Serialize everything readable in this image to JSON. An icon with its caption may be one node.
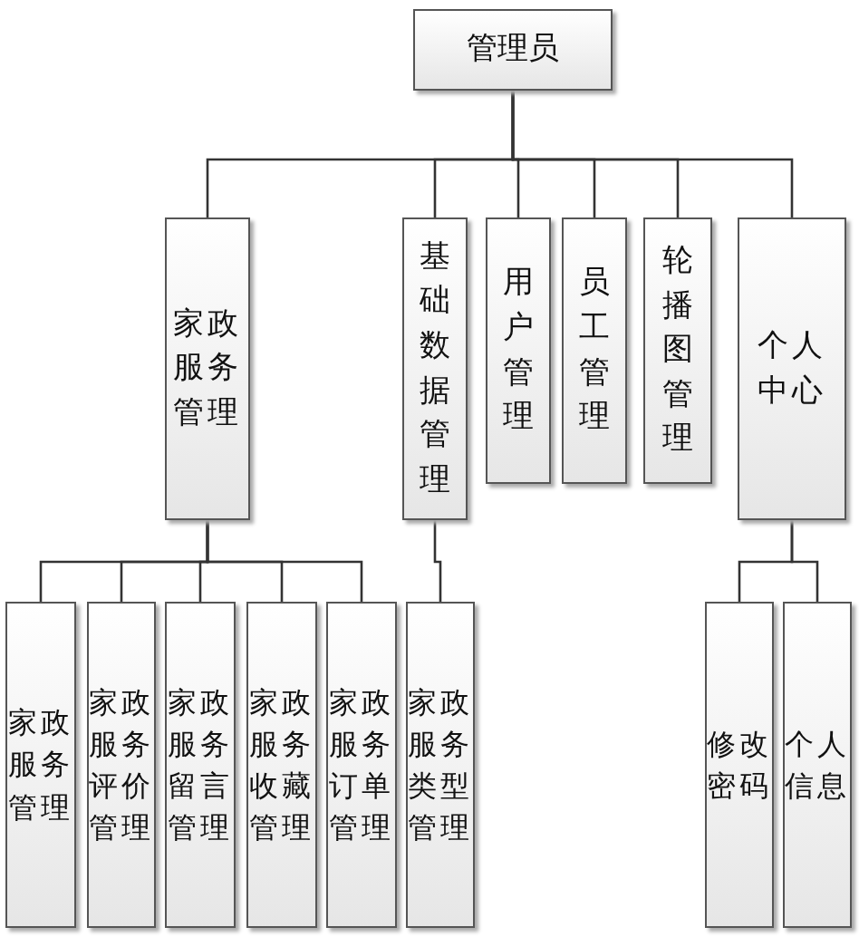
{
  "diagram": {
    "nodes": [
      {
        "text": [
          "管理员"
        ]
      },
      {
        "text": [
          "家政服务管理"
        ]
      },
      {
        "text": [
          "基础数据管理"
        ]
      },
      {
        "text": [
          "用户管理"
        ]
      },
      {
        "text": [
          "员工管理"
        ]
      },
      {
        "text": [
          "轮播图管理"
        ]
      },
      {
        "text": [
          "个人中心"
        ]
      },
      {
        "text": [
          "家政服务管理"
        ]
      },
      {
        "text": [
          "家政服务评价管理"
        ]
      },
      {
        "text": [
          "家政服务留言管理"
        ]
      },
      {
        "text": [
          "家政服务收藏管理"
        ]
      },
      {
        "text": [
          "家政服务订单管理"
        ]
      },
      {
        "text": [
          "家政服务类型管理"
        ]
      },
      {
        "text": [
          "修改密码"
        ]
      },
      {
        "text": [
          "个人信息"
        ]
      }
    ],
    "edges": [
      {
        "from": 0,
        "to": 1,
        "arrow": "none"
      },
      {
        "from": 0,
        "to": 2,
        "arrow": "none"
      },
      {
        "from": 0,
        "to": 3,
        "arrow": "none"
      },
      {
        "from": 0,
        "to": 4,
        "arrow": "none"
      },
      {
        "from": 0,
        "to": 5,
        "arrow": "none"
      },
      {
        "from": 0,
        "to": 6,
        "arrow": "none"
      },
      {
        "from": 1,
        "to": 7,
        "arrow": "none"
      },
      {
        "from": 1,
        "to": 8,
        "arrow": "none"
      },
      {
        "from": 1,
        "to": 9,
        "arrow": "none"
      },
      {
        "from": 1,
        "to": 10,
        "arrow": "none"
      },
      {
        "from": 1,
        "to": 11,
        "arrow": "none"
      },
      {
        "from": 2,
        "to": 12,
        "arrow": "none"
      },
      {
        "from": 6,
        "to": 13,
        "arrow": "none"
      },
      {
        "from": 6,
        "to": 14,
        "arrow": "none"
      }
    ]
  }
}
